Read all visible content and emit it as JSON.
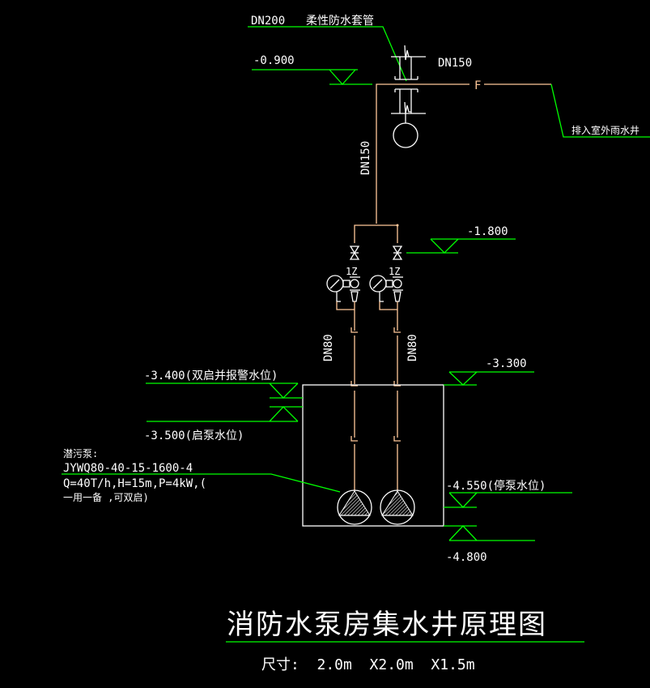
{
  "drawing": {
    "title": "消防水泵房集水井原理图",
    "dimensions": "尺寸:  2.0m  X2.0m  X1.5m",
    "colors": {
      "background": "#000000",
      "leader_lines": "#00ff00",
      "pipes": "#ffc89a",
      "symbols_text": "#ffffff"
    }
  },
  "labels": {
    "sleeve_size": "DN200",
    "sleeve_name": "柔性防水套管",
    "top_pipe_horizontal": "DN150",
    "top_pipe_vertical": "DN150",
    "discharge_to": "排入室外雨水井",
    "branch_left": "DN80",
    "branch_right": "DN80",
    "check_valve_marks": [
      "1Z",
      "1Z"
    ]
  },
  "elevations": [
    {
      "id": "ground",
      "value": "-0.900"
    },
    {
      "id": "pipe-junction",
      "value": "-1.800"
    },
    {
      "id": "pit-top",
      "value": "-3.300"
    },
    {
      "id": "alarm-level",
      "value": "-3.400(双启并报警水位)"
    },
    {
      "id": "start-level",
      "value": "-3.500(启泵水位)"
    },
    {
      "id": "stop-level",
      "value": "-4.550(停泵水位)"
    },
    {
      "id": "pit-bottom",
      "value": "-4.800"
    }
  ],
  "pump_note": {
    "heading": "潜污泵:",
    "model": "JYWQ80-40-15-1600-4",
    "specs": "Q=40T/h,H=15m,P=4kW,(",
    "mode": "一用一备  ,可双启)"
  }
}
